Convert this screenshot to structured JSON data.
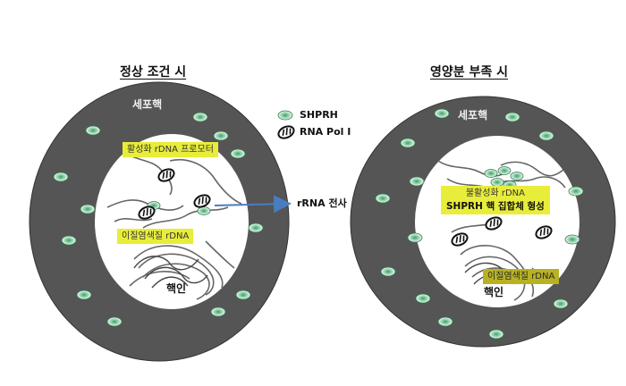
{
  "left_panel": {
    "title": "정상 조건 시",
    "cytoplasm_label": "세포핵",
    "nucleolus_label": "핵인",
    "active_callout": "활성화 rDNA 프로모터",
    "hetero_callout": "이질염색질 rDNA"
  },
  "right_panel": {
    "title": "영양분 부족 시",
    "cytoplasm_label": "세포핵",
    "nucleolus_label": "핵인",
    "inactive_callout": "불활성화 rDNA",
    "complex_callout": "SHPRH 핵 집합체 형성",
    "hetero_callout": "이질염색질 rDNA"
  },
  "legend": {
    "shprh_label": "SHPRH",
    "polymerase_label": "RNA Pol I"
  },
  "transcription_label": "rRNA 전사",
  "colors": {
    "cytoplasm": "#555555",
    "nucleolus_fill": "#ffffff",
    "callout": "#e8ed3a",
    "shprh_fill": "#3aa06a",
    "arrow": "#4a7cc0"
  }
}
